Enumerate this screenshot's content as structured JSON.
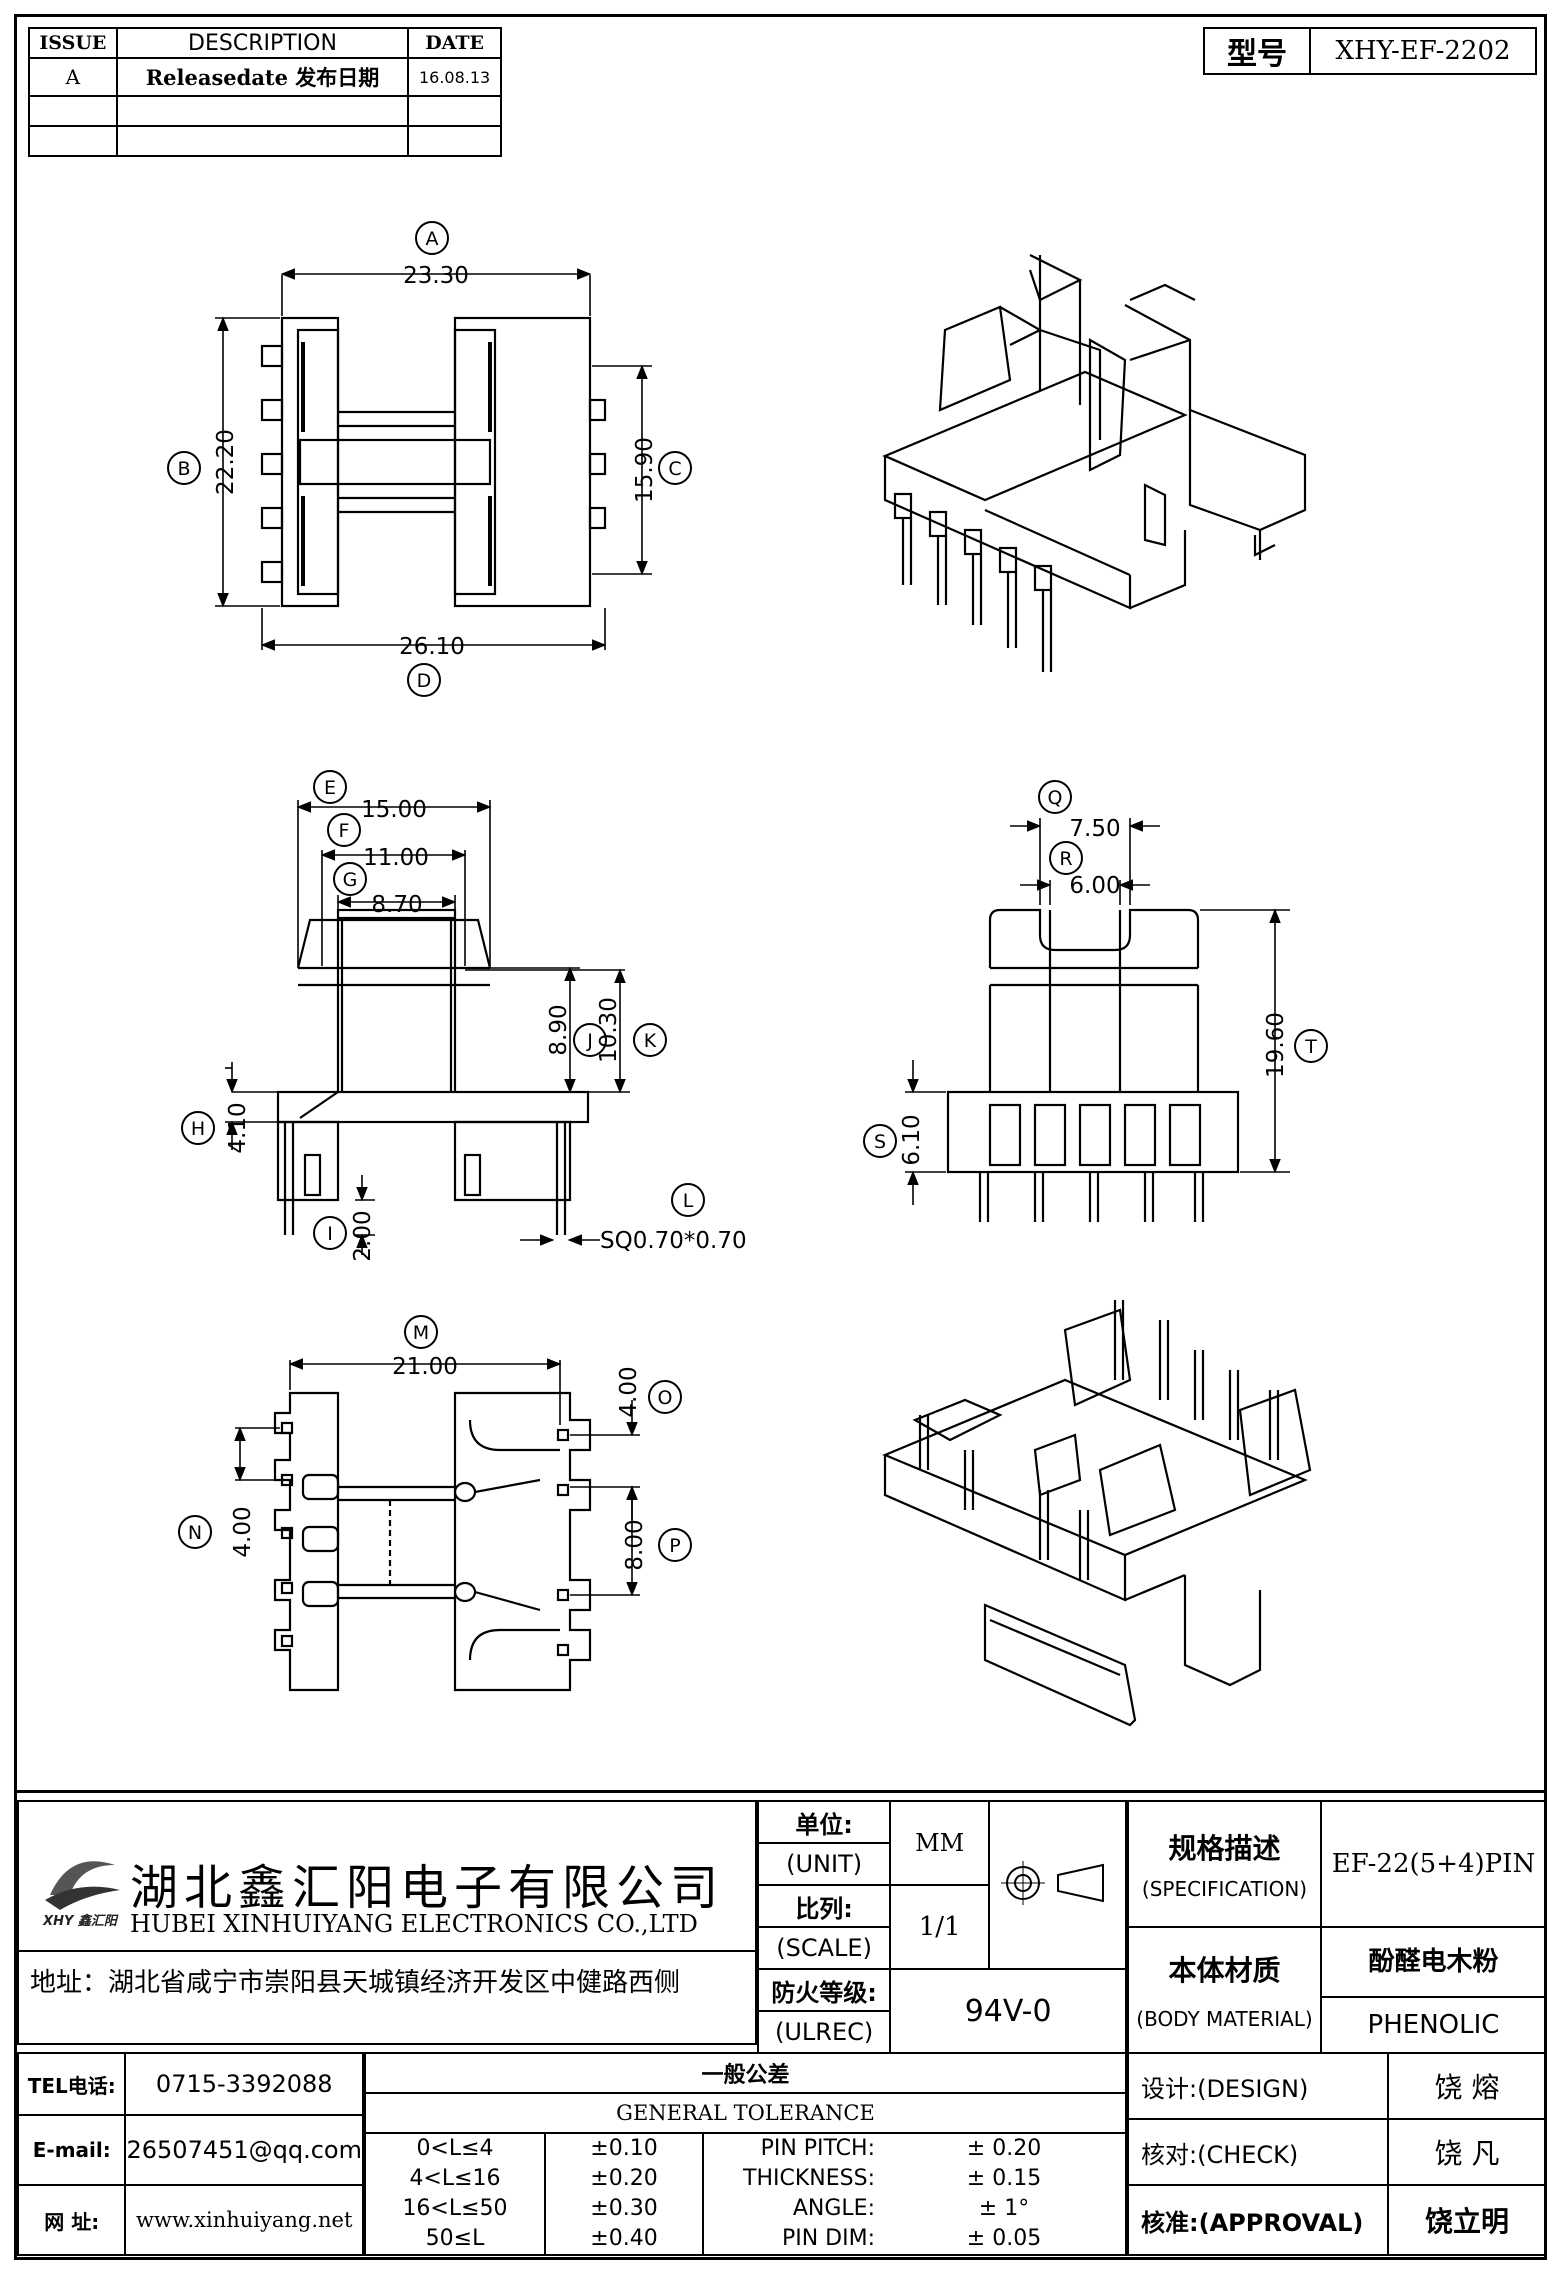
{
  "revision_table": {
    "headers": [
      "ISSUE",
      "DESCRIPTION",
      "DATE"
    ],
    "rows": [
      {
        "issue": "A",
        "description": "Releasedate 发布日期",
        "date": "16.08.13"
      },
      {
        "issue": "",
        "description": "",
        "date": ""
      },
      {
        "issue": "",
        "description": "",
        "date": ""
      }
    ]
  },
  "model_box": {
    "label": "型号",
    "value": "XHY-EF-2202"
  },
  "top_view": {
    "dims": {
      "a": "23.30",
      "b": "22.20",
      "c": "15.90",
      "d": "26.10"
    },
    "markers": {
      "a": "A",
      "b": "B",
      "c": "C",
      "d": "D"
    }
  },
  "side_view": {
    "dims": {
      "e": "15.00",
      "f": "11.00",
      "g": "8.70",
      "h": "4.10",
      "i": "2.00",
      "j": "8.90",
      "k": "10.30",
      "l": "SQ0.70*0.70"
    },
    "markers": {
      "e": "E",
      "f": "F",
      "g": "G",
      "h": "H",
      "i": "I",
      "j": "J",
      "k": "K",
      "l": "L"
    }
  },
  "front_view": {
    "dims": {
      "q": "7.50",
      "r": "6.00",
      "s": "6.10",
      "t": "19.60"
    },
    "markers": {
      "q": "Q",
      "r": "R",
      "s": "S",
      "t": "T"
    }
  },
  "bottom_view": {
    "dims": {
      "m": "21.00",
      "n": "4.00",
      "o": "4.00",
      "p": "8.00"
    },
    "markers": {
      "m": "M",
      "n": "N",
      "o": "O",
      "p": "P"
    }
  },
  "company": {
    "logo_text": "XHY 鑫汇阳",
    "name_cn": "湖北鑫汇阳电子有限公司",
    "name_en": "HUBEI XINHUIYANG ELECTRONICS CO.,LTD",
    "address": "地址：湖北省咸宁市崇阳县天城镇经济开发区中健路西侧",
    "tel_label": "TEL电话:",
    "tel": "0715-3392088",
    "email_label": "E-mail:",
    "email": "26507451@qq.com",
    "web_label": "网  址:",
    "web": "www.xinhuiyang.net"
  },
  "title_block": {
    "unit_cn": "单位:",
    "unit_en": "(UNIT)",
    "unit_value": "MM",
    "scale_cn": "比列:",
    "scale_en": "(SCALE)",
    "scale_value": "1/1",
    "ulrec_cn": "防火等级:",
    "ulrec_en": "(ULREC)",
    "ulrec_value": "94V-0",
    "spec_cn": "规格描述",
    "spec_en": "(SPECIFICATION)",
    "spec_value": "EF-22(5+4)PIN",
    "material_cn": "本体材质",
    "material_en": "(BODY MATERIAL)",
    "material_value_cn": "酚醛电木粉",
    "material_value_en": "PHENOLIC",
    "design_label": "设计:(DESIGN)",
    "design_name": "饶  熔",
    "check_label": "核对:(CHECK)",
    "check_name": "饶  凡",
    "approval_label": "核准:(APPROVAL)",
    "approval_name": "饶立明"
  },
  "tolerance": {
    "title_cn": "一般公差",
    "title_en": "GENERAL TOLERANCE",
    "ranges": [
      {
        "range": "0<L≤4",
        "tol": "±0.10"
      },
      {
        "range": "4<L≤16",
        "tol": "±0.20"
      },
      {
        "range": "16<L≤50",
        "tol": "±0.30"
      },
      {
        "range": "50≤L",
        "tol": "±0.40"
      }
    ],
    "specs": [
      {
        "name": "PIN PITCH:",
        "value": "± 0.20"
      },
      {
        "name": "THICKNESS:",
        "value": "± 0.15"
      },
      {
        "name": "ANGLE:",
        "value": "± 1°"
      },
      {
        "name": "PIN DIM:",
        "value": "± 0.05"
      }
    ]
  }
}
